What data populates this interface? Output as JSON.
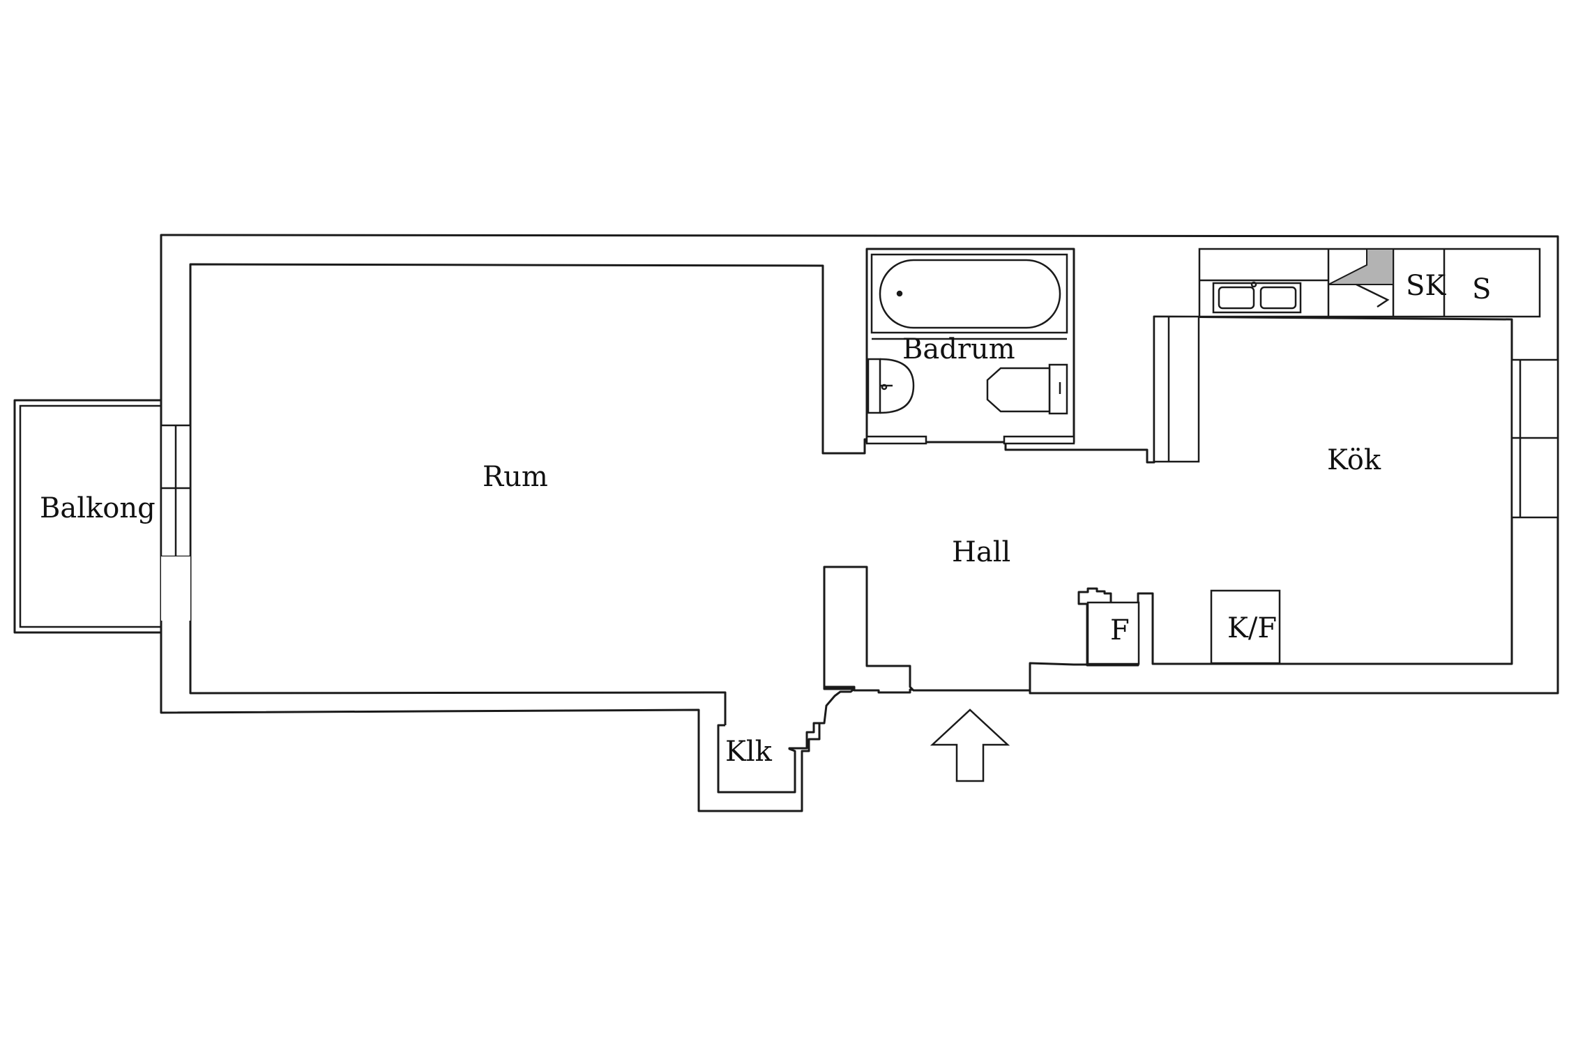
{
  "rooms": {
    "balkong": "Balkong",
    "rum": "Rum",
    "badrum": "Badrum",
    "hall": "Hall",
    "kok": "Kök",
    "klk": "Klk",
    "f": "F",
    "kf": "K/F",
    "sk": "SK",
    "s": "S"
  },
  "colors": {
    "line": "#1a1a1a",
    "background": "#ffffff",
    "stove_hood": "#b3b3b3"
  },
  "icons": [
    "entrance-arrow-icon",
    "bathtub-icon",
    "washbasin-icon",
    "toilet-icon",
    "kitchen-sink-icon",
    "stove-hood-icon"
  ]
}
